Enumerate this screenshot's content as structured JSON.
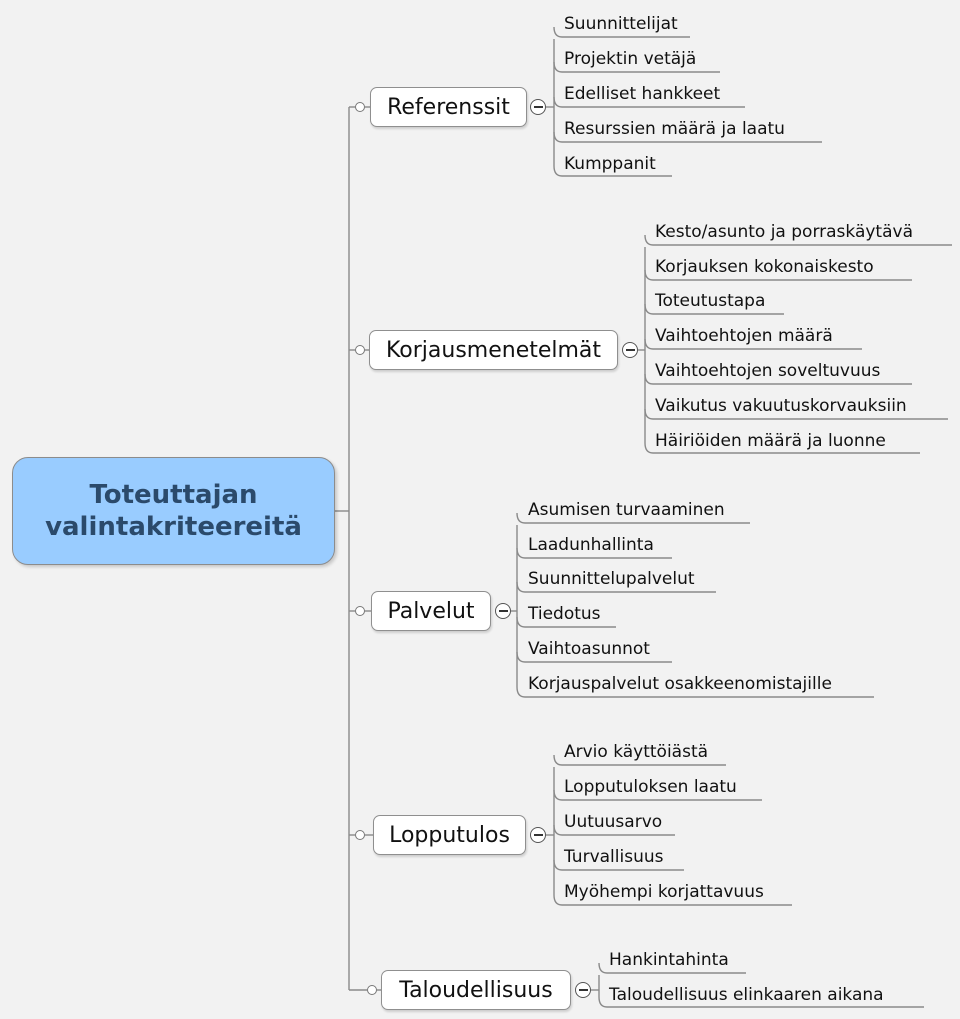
{
  "root": {
    "lines": [
      "Toteuttajan",
      "valintakriteereitä"
    ]
  },
  "branches": [
    {
      "label": "Referenssit",
      "items": [
        "Suunnittelijat",
        "Projektin vetäjä",
        "Edelliset hankkeet",
        "Resurssien määrä ja laatu",
        "Kumppanit"
      ]
    },
    {
      "label": "Korjausmenetelmät",
      "items": [
        "Kesto/asunto ja porraskäytävä",
        "Korjauksen kokonaiskesto",
        "Toteutustapa",
        "Vaihtoehtojen määrä",
        "Vaihtoehtojen soveltuvuus",
        "Vaikutus vakuutuskorvauksiin",
        "Häiriöiden määrä ja luonne"
      ]
    },
    {
      "label": "Palvelut",
      "items": [
        "Asumisen turvaaminen",
        "Laadunhallinta",
        "Suunnittelupalvelut",
        "Tiedotus",
        "Vaihtoasunnot",
        "Korjauspalvelut osakkeenomistajille"
      ]
    },
    {
      "label": "Lopputulos",
      "items": [
        "Arvio käyttöiästä",
        "Lopputuloksen laatu",
        "Uutuusarvo",
        "Turvallisuus",
        "Myöhempi korjattavuus"
      ]
    },
    {
      "label": "Taloudellisuus",
      "items": [
        "Hankintahinta",
        "Taloudellisuus elinkaaren aikana"
      ]
    }
  ]
}
